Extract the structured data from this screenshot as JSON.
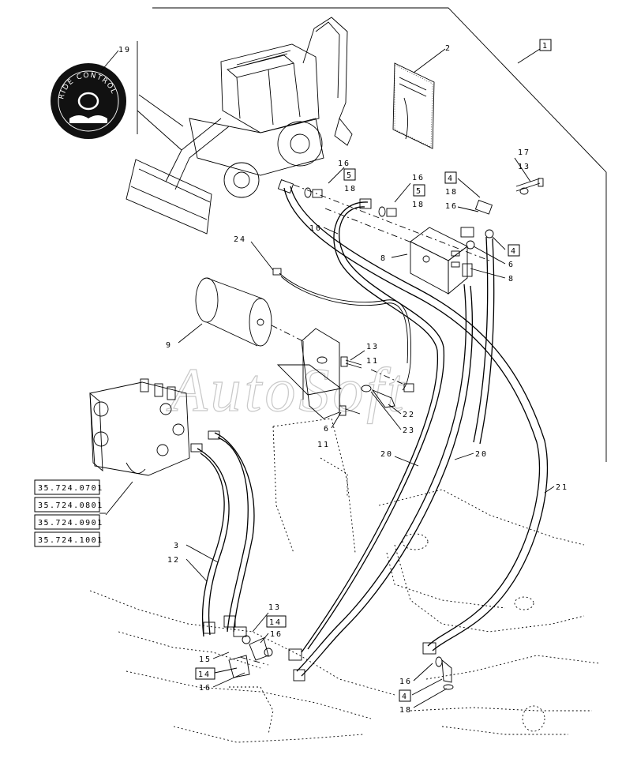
{
  "diagram": {
    "watermark": "AutoSoft",
    "badge": {
      "text": "RIDE CONTROL",
      "callout": "19"
    },
    "callouts": {
      "c1": "1",
      "c2": "2",
      "c3": "3",
      "c4a": "4",
      "c4b": "4",
      "c4c": "4",
      "c5a": "5",
      "c5b": "5",
      "c6a": "6",
      "c6b": "6",
      "c8a": "8",
      "c8b": "8",
      "c9": "9",
      "c10": "10",
      "c11a": "11",
      "c11b": "11",
      "c12": "12",
      "c13a": "13",
      "c13b": "13",
      "c13c": "13",
      "c14a": "14",
      "c14b": "14",
      "c15": "15",
      "c16a": "16",
      "c16b": "16",
      "c16c": "16",
      "c16d": "16",
      "c16e": "16",
      "c16f": "16",
      "c17": "17",
      "c18a": "18",
      "c18b": "18",
      "c18c": "18",
      "c18d": "18",
      "c20a": "20",
      "c20b": "20",
      "c21": "21",
      "c22": "22",
      "c23": "23",
      "c24": "24"
    },
    "references": [
      "35.724.0701",
      "35.724.0801",
      "35.724.0901",
      "35.724.1001"
    ]
  }
}
